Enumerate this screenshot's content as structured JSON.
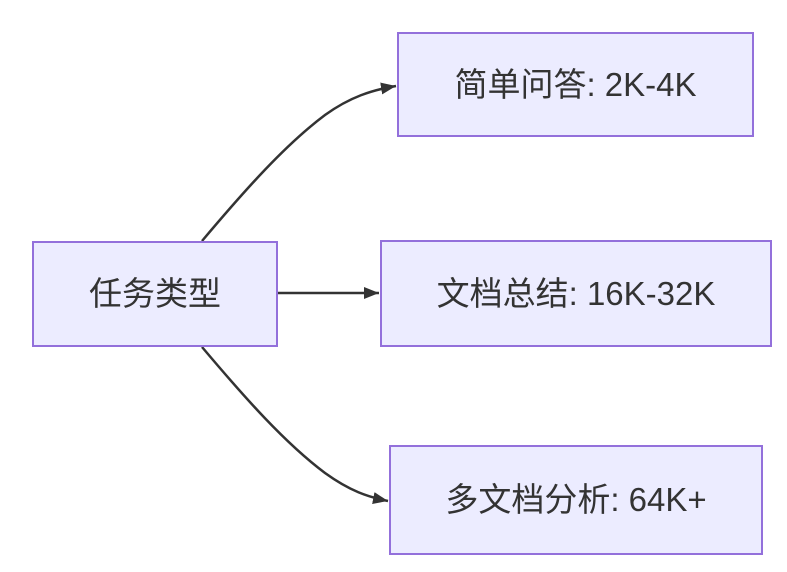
{
  "diagram": {
    "type": "flowchart",
    "direction": "LR",
    "root": {
      "label": "任务类型"
    },
    "branches": [
      {
        "label": "简单问答: 2K-4K"
      },
      {
        "label": "文档总结: 16K-32K"
      },
      {
        "label": "多文档分析: 64K+"
      }
    ],
    "edges": [
      {
        "from": "任务类型",
        "to": "简单问答: 2K-4K"
      },
      {
        "from": "任务类型",
        "to": "文档总结: 16K-32K"
      },
      {
        "from": "任务类型",
        "to": "多文档分析: 64K+"
      }
    ],
    "colors": {
      "background": "#FFFFFF",
      "node_fill": "#ECECFF",
      "node_border": "#9370DB",
      "text": "#333333",
      "edge": "#333333"
    }
  }
}
